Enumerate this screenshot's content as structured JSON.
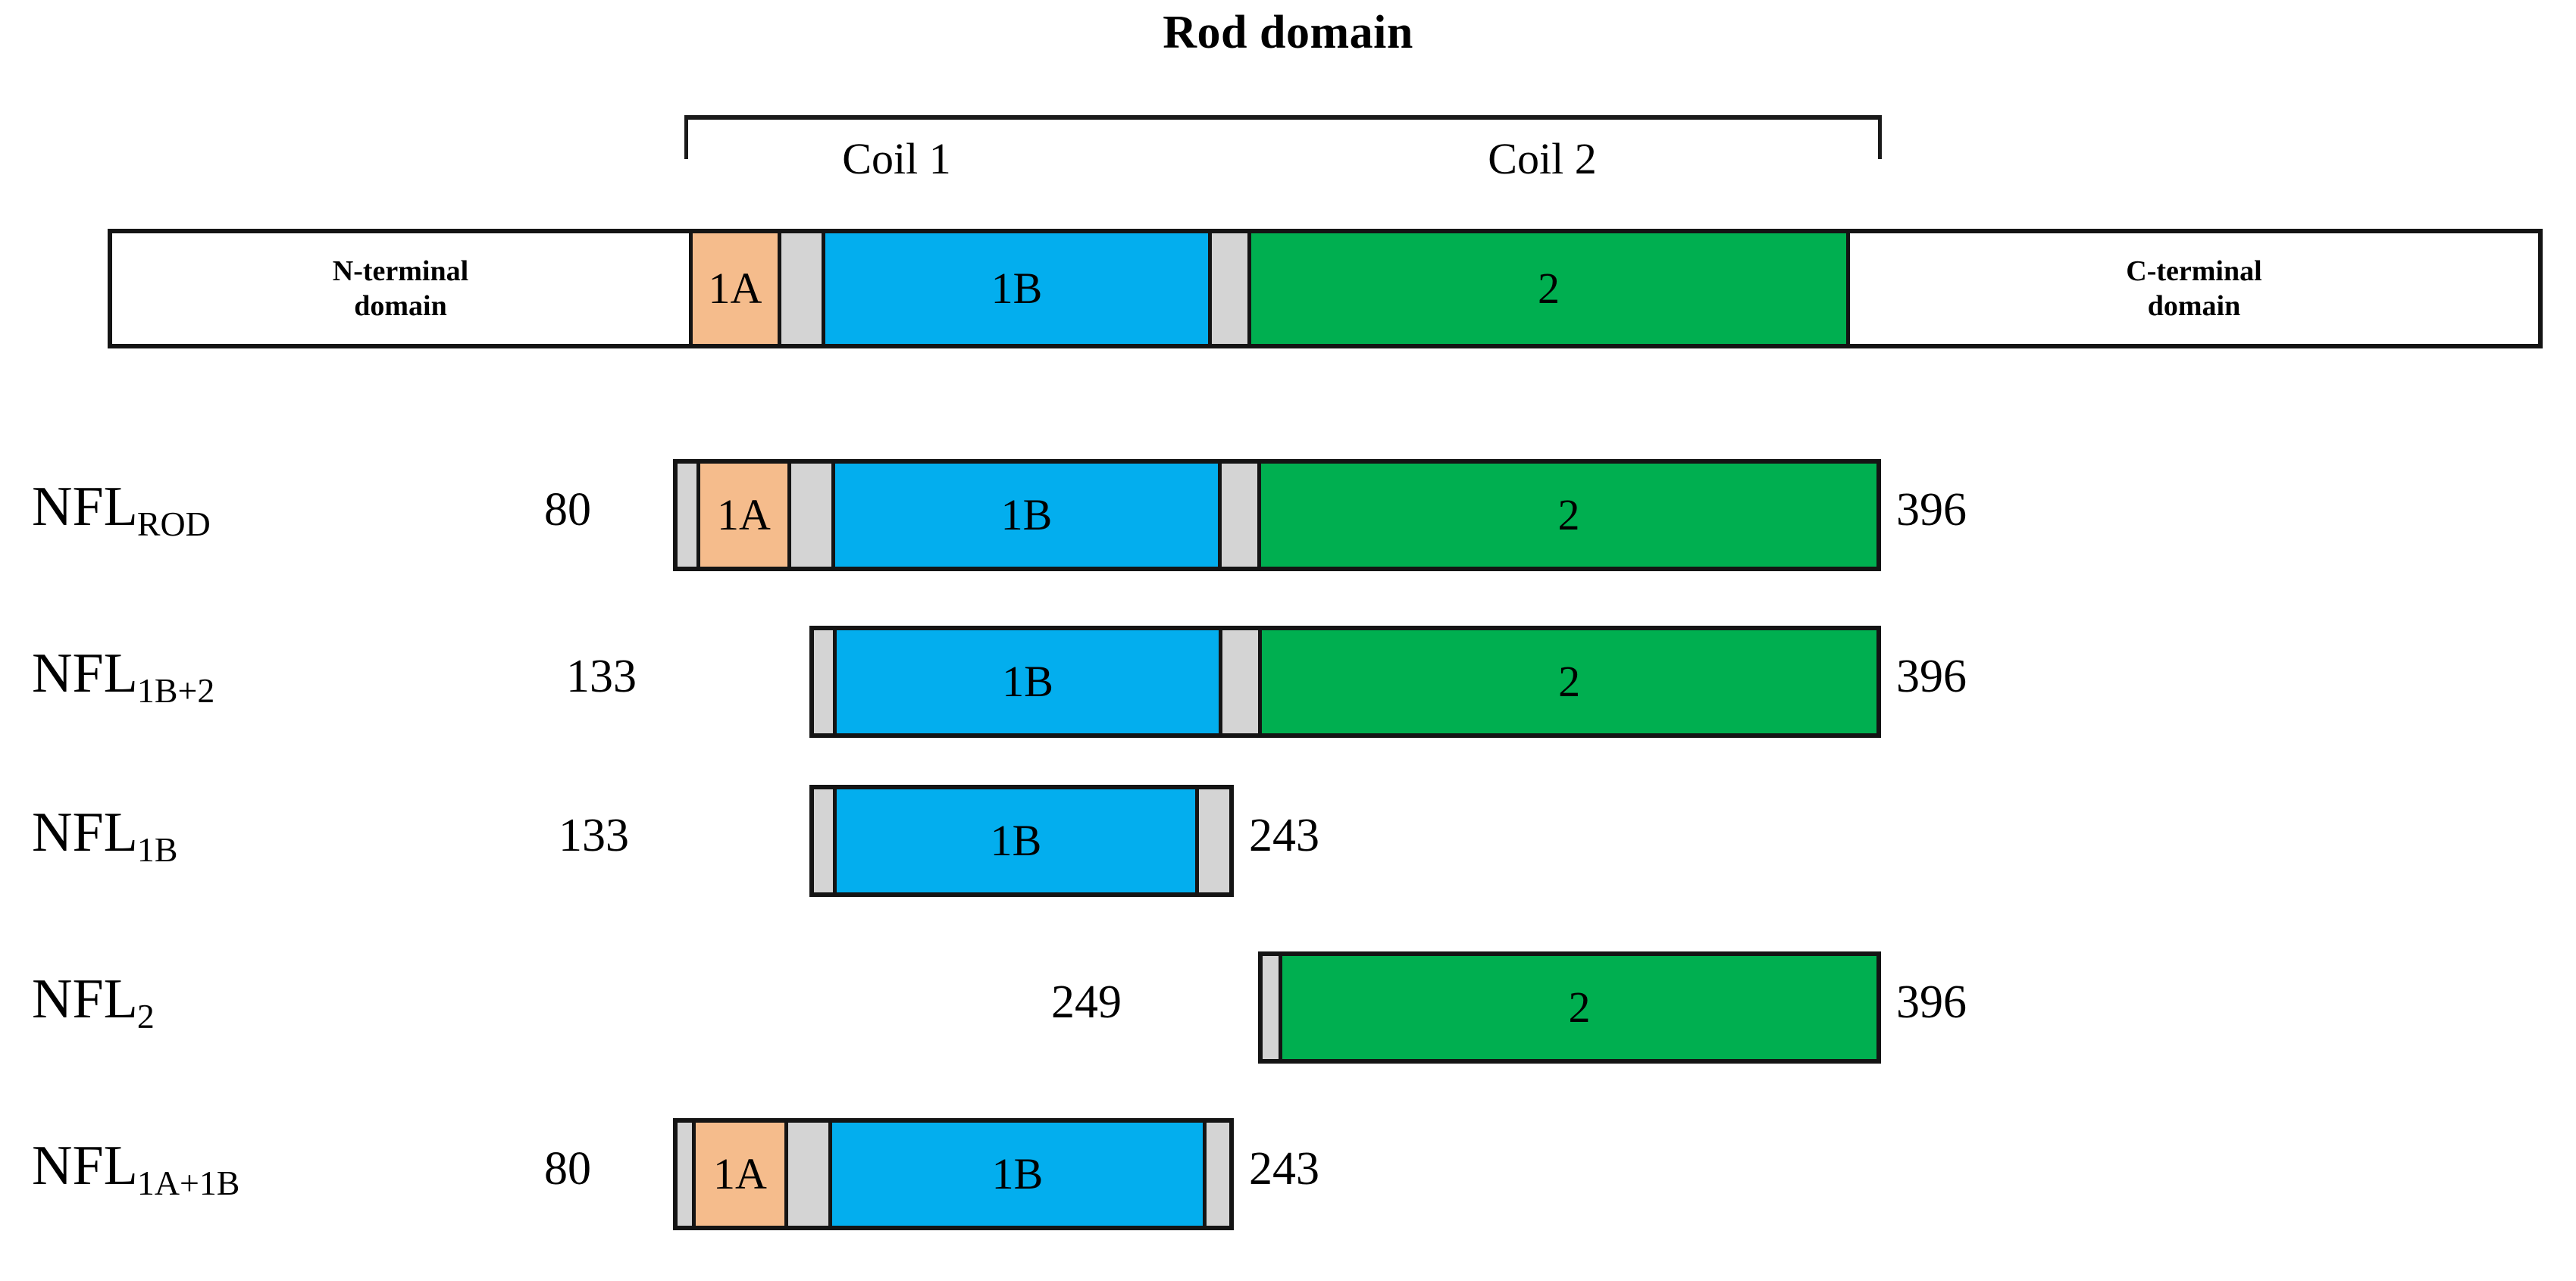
{
  "figure": {
    "title": "Rod domain",
    "bracket_label": "Rod domain",
    "coil_1_label": "Coil 1",
    "coil_2_label": "Coil  2"
  },
  "colors": {
    "coil1a": "#F5BC8C",
    "coil1b": "#03AEEE",
    "coil2": "#00AF50",
    "linker": "#D4D4D4",
    "terminal": "#FFFFFF",
    "outline": "#141414",
    "text": "#000000"
  },
  "full_length": {
    "n_terminal_line1": "N-terminal",
    "n_terminal_line2": "domain",
    "c_terminal_line1": "C-terminal",
    "c_terminal_line2": "domain",
    "segments": [
      {
        "name": "N-terminal domain",
        "label": "",
        "kind": "white"
      },
      {
        "name": "coil 1A",
        "label": "1A",
        "kind": "orange"
      },
      {
        "name": "linker L1",
        "label": "",
        "kind": "gray"
      },
      {
        "name": "coil 1B",
        "label": "1B",
        "kind": "blue"
      },
      {
        "name": "linker L12",
        "label": "",
        "kind": "gray"
      },
      {
        "name": "coil 2",
        "label": "2",
        "kind": "green"
      },
      {
        "name": "C-terminal domain",
        "label": "",
        "kind": "white"
      }
    ]
  },
  "constructs": [
    {
      "id": "nfl-rod",
      "name_base": "NFL",
      "name_sub": "ROD",
      "start_residue": "80",
      "end_residue": "396",
      "segments": [
        {
          "label": "",
          "kind": "gray"
        },
        {
          "label": "1A",
          "kind": "orange"
        },
        {
          "label": "",
          "kind": "gray"
        },
        {
          "label": "1B",
          "kind": "blue"
        },
        {
          "label": "",
          "kind": "gray"
        },
        {
          "label": "2",
          "kind": "green"
        }
      ]
    },
    {
      "id": "nfl-1b-2",
      "name_base": "NFL",
      "name_sub": "1B+2",
      "start_residue": "133",
      "end_residue": "396",
      "segments": [
        {
          "label": "",
          "kind": "gray"
        },
        {
          "label": "1B",
          "kind": "blue"
        },
        {
          "label": "",
          "kind": "gray"
        },
        {
          "label": "2",
          "kind": "green"
        }
      ]
    },
    {
      "id": "nfl-1b",
      "name_base": "NFL",
      "name_sub": "1B",
      "start_residue": "133",
      "end_residue": "243",
      "segments": [
        {
          "label": "",
          "kind": "gray"
        },
        {
          "label": "1B",
          "kind": "blue"
        },
        {
          "label": "",
          "kind": "gray"
        }
      ]
    },
    {
      "id": "nfl-2",
      "name_base": "NFL",
      "name_sub": "2",
      "start_residue": "249",
      "end_residue": "396",
      "segments": [
        {
          "label": "",
          "kind": "gray"
        },
        {
          "label": "2",
          "kind": "green"
        }
      ]
    },
    {
      "id": "nfl-1a-1b",
      "name_base": "NFL",
      "name_sub": "1A+1B",
      "start_residue": "80",
      "end_residue": "243",
      "segments": [
        {
          "label": "",
          "kind": "gray"
        },
        {
          "label": "1A",
          "kind": "orange"
        },
        {
          "label": "",
          "kind": "gray"
        },
        {
          "label": "1B",
          "kind": "blue"
        },
        {
          "label": "",
          "kind": "gray"
        }
      ]
    }
  ]
}
